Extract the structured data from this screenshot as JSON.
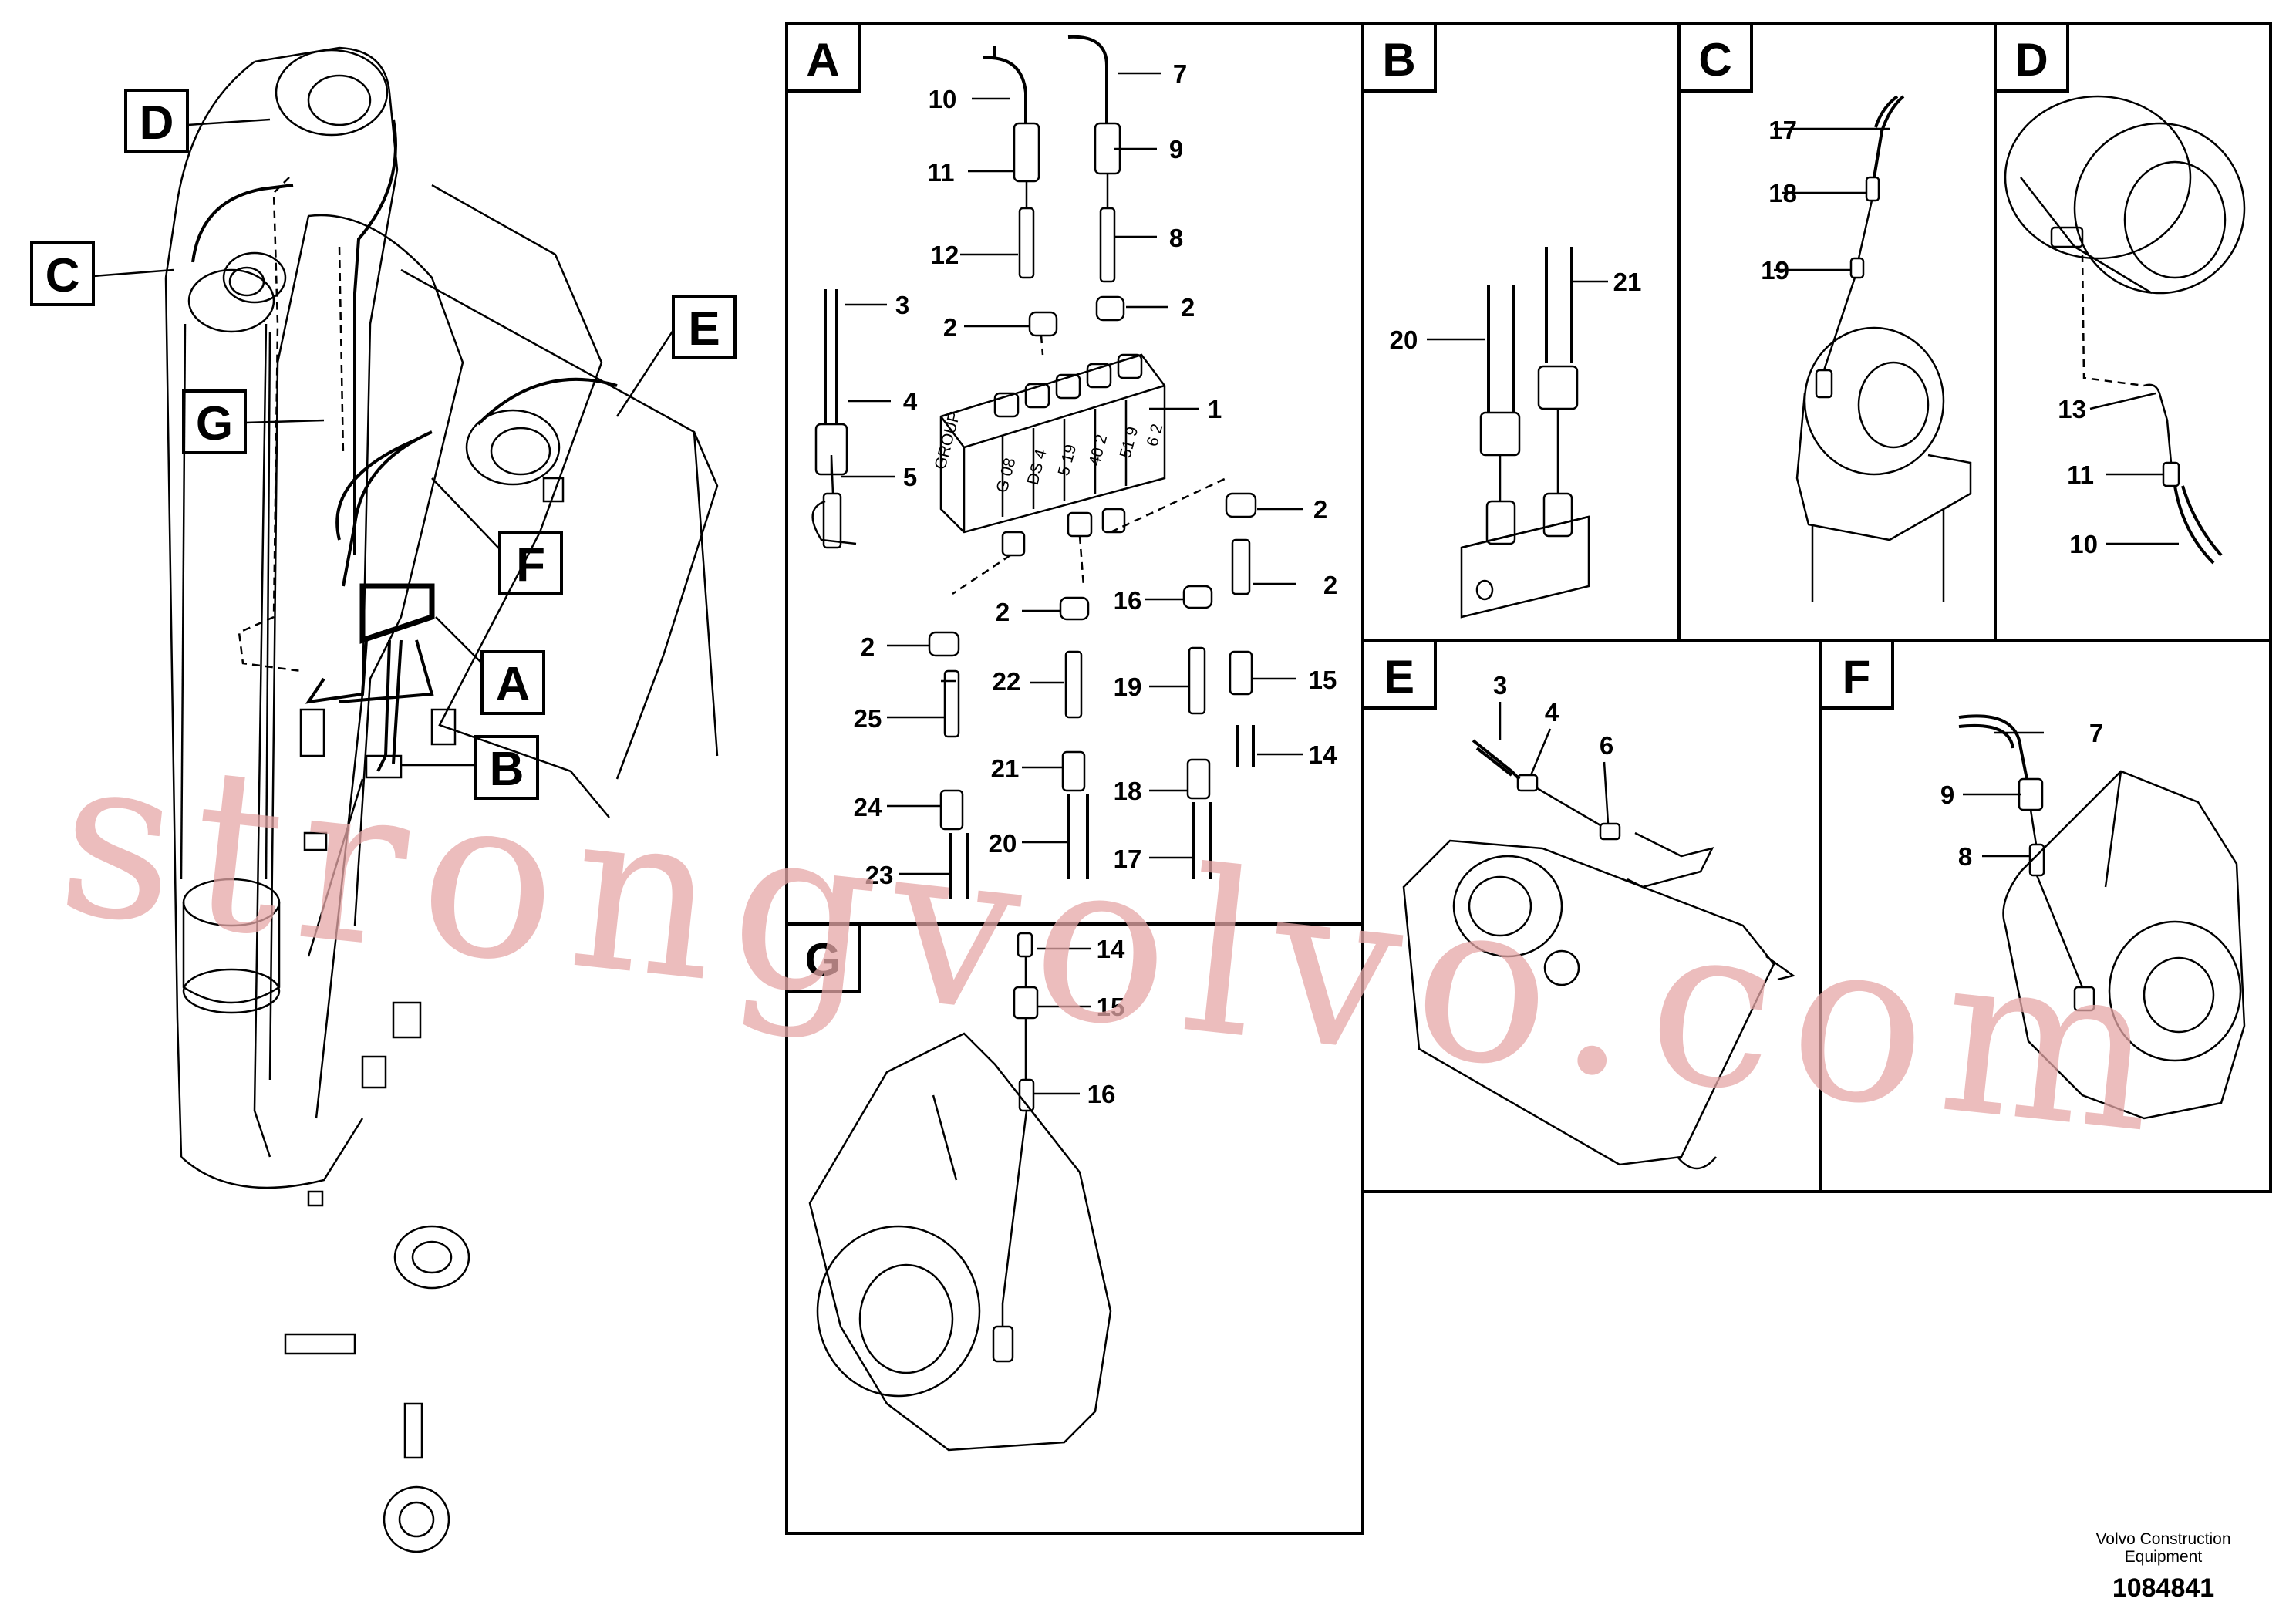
{
  "callouts_main": [
    "D",
    "C",
    "G",
    "E",
    "F",
    "A",
    "B"
  ],
  "panels": {
    "A": {
      "letter": "A",
      "labels": [
        "10",
        "7",
        "11",
        "9",
        "12",
        "8",
        "3",
        "2",
        "2",
        "4",
        "1",
        "5",
        "2",
        "2",
        "2",
        "16",
        "2",
        "22",
        "19",
        "15",
        "25",
        "14",
        "21",
        "18",
        "24",
        "20",
        "17",
        "23"
      ]
    },
    "B": {
      "letter": "B",
      "labels": [
        "21",
        "20"
      ]
    },
    "C": {
      "letter": "C",
      "labels": [
        "17",
        "18",
        "19"
      ]
    },
    "D": {
      "letter": "D",
      "labels": [
        "13",
        "11",
        "10"
      ]
    },
    "E": {
      "letter": "E",
      "labels": [
        "3",
        "4",
        "6"
      ]
    },
    "F": {
      "letter": "F",
      "labels": [
        "7",
        "9",
        "8"
      ]
    },
    "G": {
      "letter": "G",
      "labels": [
        "14",
        "15",
        "16"
      ]
    }
  },
  "valve_block_text": [
    "GROUP",
    "G 08",
    "DS 4",
    "5 19",
    "40 2",
    "51 9",
    "6 2"
  ],
  "watermark": "strongvolvo.com",
  "footer": {
    "line1": "Volvo Construction",
    "line2": "Equipment",
    "ref": "1084841"
  }
}
